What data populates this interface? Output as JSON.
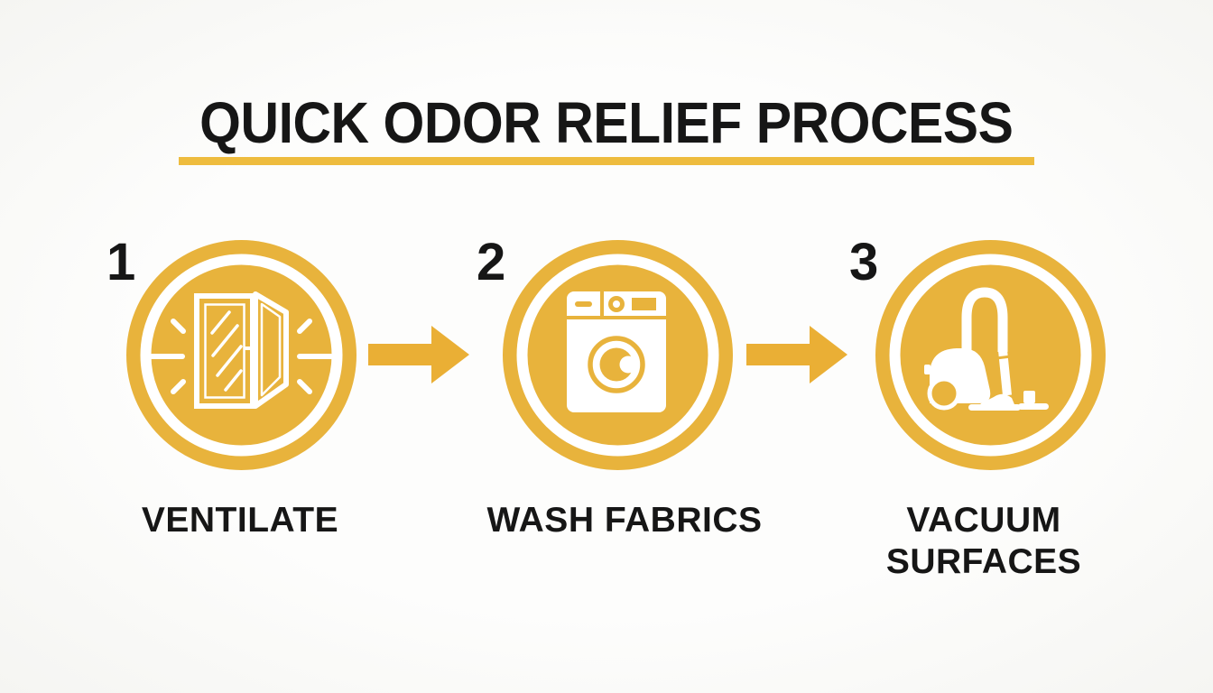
{
  "title": "QUICK ODOR RELIEF PROCESS",
  "colors": {
    "accent_yellow": "#E8B33C",
    "underline_gold": "#EEBC3E",
    "arrow_gold": "#EAAF35",
    "text_black": "#161616",
    "background": "#FBFBF9",
    "icon_white": "#FFFFFF"
  },
  "steps": [
    {
      "number": "1",
      "label": "VENTILATE",
      "icon": "open-window-icon"
    },
    {
      "number": "2",
      "label": "WASH FABRICS",
      "icon": "washing-machine-icon"
    },
    {
      "number": "3",
      "label": "VACUUM SURFACES",
      "icon": "vacuum-cleaner-icon"
    }
  ],
  "connectors": [
    {
      "name": "arrow-right-1"
    },
    {
      "name": "arrow-right-2"
    }
  ]
}
